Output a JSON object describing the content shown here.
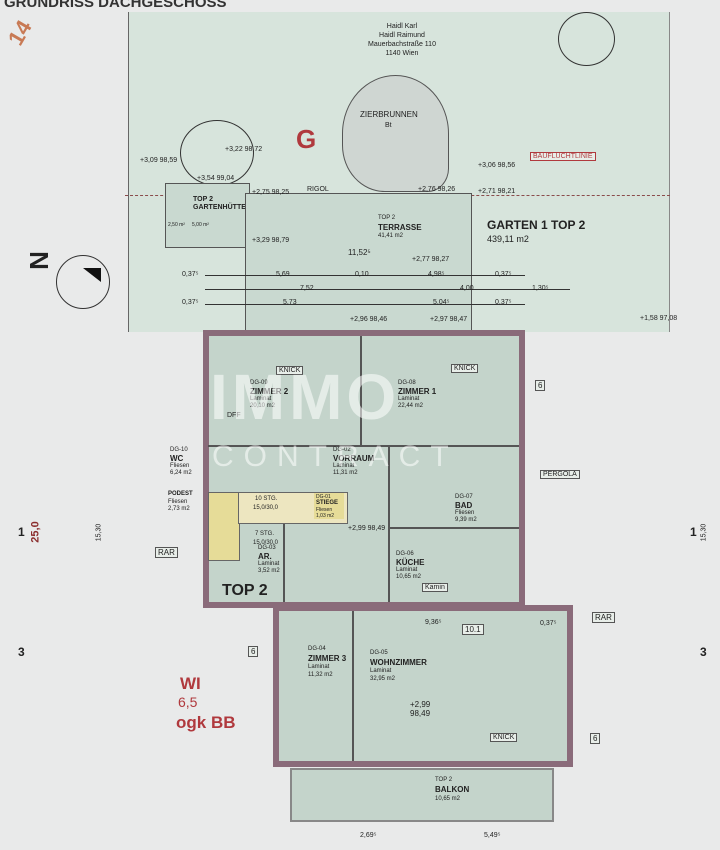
{
  "title": "GRUNDRISS DACHGESCHOSS",
  "corner_mark": "14",
  "owner": {
    "line1": "Haidl Karl",
    "line2": "Haidl Raimund",
    "line3": "Mauerbachstraße 110",
    "line4": "1140 Wien"
  },
  "garden_marker": "G",
  "fountain": {
    "label": "ZIERBRUNNEN",
    "sub": "Bt"
  },
  "bauflucht": "BAUFLUCHTLINIE",
  "rigol": "RIGOL",
  "garden": {
    "name": "GARTEN 1 TOP 2",
    "area": "439,11 m2"
  },
  "terrace": {
    "top": "TOP 2",
    "name": "TERRASSE",
    "area": "41,41 m2"
  },
  "hut": {
    "top": "TOP 2",
    "name": "GARTENHÜTTE",
    "area1": "2,50 m²",
    "area2": "5,00 m²"
  },
  "levels": [
    "+3,09 98,59",
    "+3,22 98,72",
    "+3,54 99,04",
    "+2,75 98,25",
    "+3,29 98,79",
    "+2,76 98,26",
    "+2,71 98,21",
    "+3,06 98,56",
    "+2,77 98,27",
    "+1,58 97,08",
    "+2,96 98,46",
    "+2,97 98,47"
  ],
  "dims": [
    "11,52⁵",
    "0,37⁵",
    "5,69",
    "0,10",
    "4,98⁵",
    "0,37⁵",
    "7,52",
    "4,00",
    "1,30⁵",
    "0,37⁵",
    "5,73",
    "5,04⁵",
    "0,37⁵",
    "9,36⁵",
    "0,37⁵",
    "2,69⁵",
    "5,49⁵",
    "15,30",
    "15,30",
    "25,0"
  ],
  "rooms": [
    {
      "code": "DG-09",
      "name": "ZIMMER 2",
      "floor": "Laminat",
      "area": "20,10 m2"
    },
    {
      "code": "DG-08",
      "name": "ZIMMER 1",
      "floor": "Laminat",
      "area": "22,44 m2"
    },
    {
      "code": "DG-02",
      "name": "VORRAUM",
      "floor": "Laminat",
      "area": "11,31 m2"
    },
    {
      "code": "DG-07",
      "name": "BAD",
      "floor": "Fliesen",
      "area": "9,39 m2"
    },
    {
      "code": "DG-10",
      "name": "WC",
      "floor": "Fliesen",
      "area": "6,24 m2"
    },
    {
      "code": "",
      "name": "PODEST",
      "floor": "Fliesen",
      "area": "2,73 m2"
    },
    {
      "code": "DG-01",
      "name": "STIEGE",
      "floor": "Fliesen",
      "area": "1,03 m2"
    },
    {
      "code": "DG-03",
      "name": "AR.",
      "floor": "Laminat",
      "area": "3,52 m2"
    },
    {
      "code": "DG-06",
      "name": "KÜCHE",
      "floor": "Laminat",
      "area": "10,65 m2"
    },
    {
      "code": "DG-04",
      "name": "ZIMMER 3",
      "floor": "Laminat",
      "area": "11,32 m2"
    },
    {
      "code": "DG-05",
      "name": "WOHNZIMMER",
      "floor": "Laminat",
      "area": "32,95 m2"
    },
    {
      "code": "TOP 2",
      "name": "BALKON",
      "floor": "",
      "area": "10,65 m2"
    }
  ],
  "stairs": {
    "a": "10 STG.",
    "a2": "15,0/30,0",
    "b": "7 STG.",
    "b2": "15,0/30,0"
  },
  "labels": {
    "top2": "TOP 2",
    "knick1": "KNICK",
    "knick2": "KNICK",
    "knick3": "KNICK",
    "dff": "DFF",
    "kamin": "Kamin",
    "pergola": "PERGOLA",
    "rar1": "RAR",
    "rar2": "RAR",
    "n": "N",
    "level_center": "+2,99 98,49",
    "level_living": "+2,99 98,49",
    "sec6a": "6",
    "sec6b": "6",
    "sec6c": "6",
    "sec101": "10.1",
    "sec3a": "3",
    "sec3b": "3",
    "sec1a": "1",
    "sec1b": "1"
  },
  "zone": {
    "wi": "WI",
    "num": "6,5",
    "ogk": "ogk BB"
  },
  "watermark": {
    "line1": "IMMO",
    "line2": "CONTRACT"
  }
}
